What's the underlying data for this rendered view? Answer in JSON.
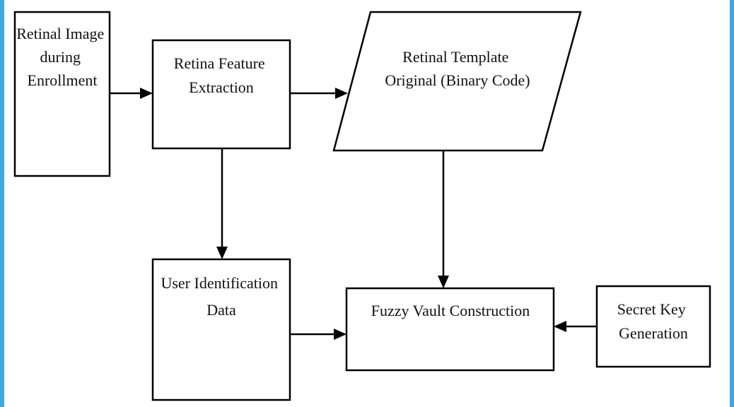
{
  "colors": {
    "frame": "#3ea8dc",
    "ink": "#000000",
    "background": "#ffffff"
  },
  "nodes": {
    "retinal_image": {
      "lines": [
        "Retinal Image",
        "during",
        "Enrollment"
      ]
    },
    "feature_extraction": {
      "lines": [
        "Retina Feature",
        "Extraction"
      ]
    },
    "retinal_template": {
      "lines": [
        "Retinal Template",
        "Original (Binary Code)"
      ]
    },
    "user_identification": {
      "lines": [
        "User Identification",
        "Data"
      ]
    },
    "fuzzy_vault": {
      "lines": [
        "Fuzzy Vault Construction"
      ]
    },
    "secret_key": {
      "lines": [
        "Secret Key",
        "Generation"
      ]
    }
  }
}
